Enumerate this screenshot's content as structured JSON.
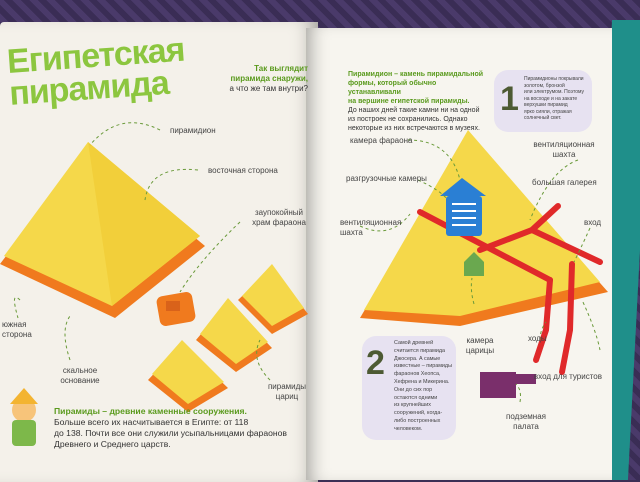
{
  "left": {
    "title_line1": "Египетская",
    "title_line2": "пирамида",
    "intro_lines": [
      "Так выглядит",
      "пирамида снаружи,",
      "а что же там внутри?"
    ],
    "labels": {
      "pyramidion": "пирамидион",
      "east_side": "восточная сторона",
      "funerary_temple_line1": "заупокойный",
      "funerary_temple_line2": "храм фараона",
      "south_side_line1": "южная",
      "south_side_line2": "сторона",
      "rock_base_line1": "скальное",
      "rock_base_line2": "основание",
      "queen_pyramids_line1": "пирамиды",
      "queen_pyramids_line2": "цариц"
    },
    "bottom_heading": "Пирамиды – древние каменные сооружения.",
    "bottom_lines": [
      "Больше всего их насчитывается в Египте: от 118",
      "до 138. Почти все они служили усыпальницами фараонов",
      "Древнего и Среднего царств."
    ]
  },
  "right": {
    "intro_lines": [
      "Пирамидион – камень пирамидальной",
      "формы, который обычно устанавливали",
      "на вершине египетской пирамиды.",
      "До наших дней такие камни ни на одной",
      "из построек не сохранились. Однако",
      "некоторые из них встречаются в музеях."
    ],
    "bubble1_number": "1",
    "bubble1_lines": [
      "Пирамидионы покрывали",
      "золотом, бронзой",
      "или электрумом. Поэтому",
      "на восходе и на закате",
      "верхушки пирамид",
      "ярко сияли, отражая",
      "солнечный свет."
    ],
    "labels": {
      "pharaoh_chamber": "камера фараона",
      "vent_shaft_top_line1": "вентиляционная",
      "vent_shaft_top_line2": "шахта",
      "relief_chambers": "разгрузочные камеры",
      "grand_gallery": "большая галерея",
      "vent_shaft_left_line1": "вентиляционная",
      "vent_shaft_left_line2": "шахта",
      "entrance": "вход",
      "queen_chamber_line1": "камера",
      "queen_chamber_line2": "царицы",
      "passages": "ходы",
      "tourist_entrance": "вход для туристов",
      "underground_line1": "подземная",
      "underground_line2": "палата"
    },
    "bubble2_number": "2",
    "bubble2_lines": [
      "Самой древней",
      "считается пирамида",
      "Джосера. А самые",
      "известные – пирамиды",
      "фараонов Хеопса,",
      "Хефрена и Микерина.",
      "Они до сих пор",
      "остаются одними",
      "из крупнейших",
      "сооружений, когда-",
      "либо построенных",
      "человеком."
    ]
  }
}
